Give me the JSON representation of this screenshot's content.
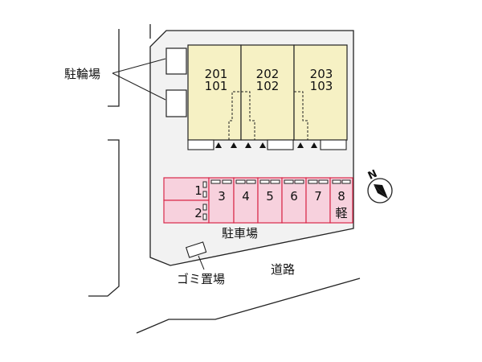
{
  "colors": {
    "building_fill": "#f6f1c4",
    "parking_fill": "#f7d1dd",
    "parking_stroke": "#d9284a",
    "lot_fill": "#f2f2f2",
    "line": "#222222"
  },
  "labels": {
    "bicycle_parking": "駐輪場",
    "parking": "駐車場",
    "garbage": "ゴミ置場",
    "road": "道路",
    "north": "N"
  },
  "buildings": [
    {
      "upper": "201",
      "lower": "101"
    },
    {
      "upper": "202",
      "lower": "102"
    },
    {
      "upper": "203",
      "lower": "103"
    }
  ],
  "parking_spaces": [
    "1",
    "2",
    "3",
    "4",
    "5",
    "6",
    "7",
    "8"
  ],
  "kei_label": "軽"
}
